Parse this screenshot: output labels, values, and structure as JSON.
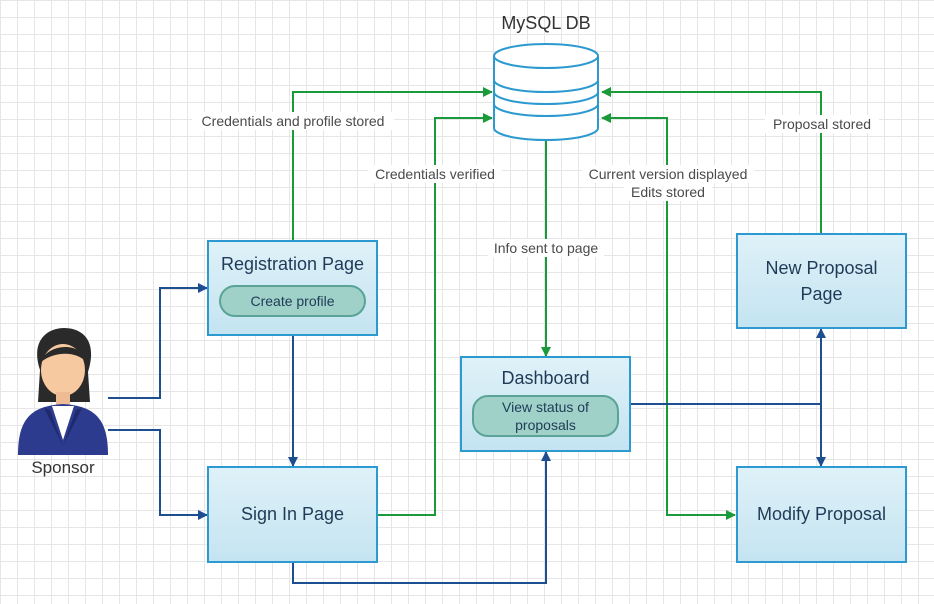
{
  "db": {
    "label": "MySQL DB"
  },
  "actor": {
    "label": "Sponsor"
  },
  "boxes": {
    "registration": {
      "title": "Registration Page",
      "action": "Create profile"
    },
    "signin": {
      "title": "Sign In Page"
    },
    "dashboard": {
      "title": "Dashboard",
      "action": "View status of proposals"
    },
    "new_proposal": {
      "title": "New Proposal Page"
    },
    "modify": {
      "title": "Modify Proposal"
    }
  },
  "edges": {
    "credentials_profile_stored": "Credentials and profile stored",
    "credentials_verified": "Credentials verified",
    "info_sent": "Info sent to page",
    "current_version_displayed": "Current version displayed",
    "edits_stored": "Edits stored",
    "proposal_stored": "Proposal stored"
  },
  "colors": {
    "green_arrow": "#1a9a3a",
    "blue_arrow": "#1d4e8f",
    "box_border": "#2c9ad0",
    "db_stroke": "#2c9ad0"
  }
}
